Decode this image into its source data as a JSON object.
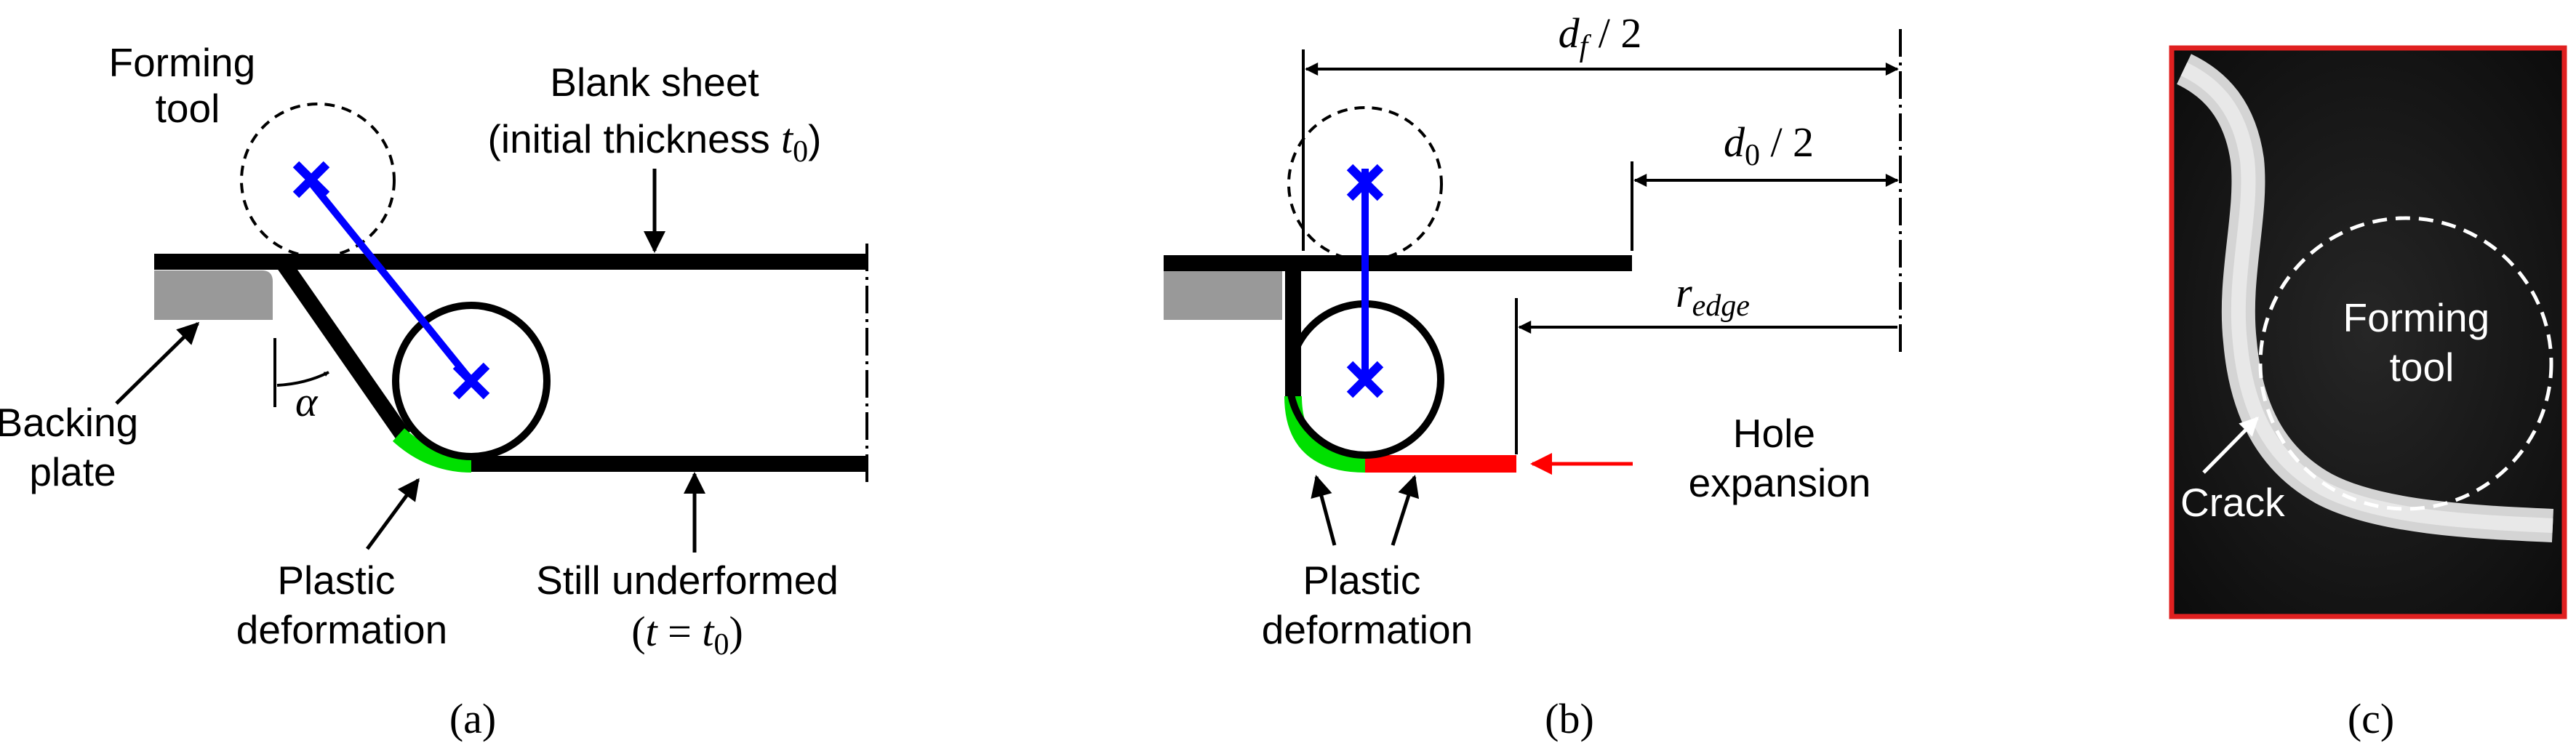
{
  "panel_a": {
    "forming_tool": [
      "Forming",
      "tool"
    ],
    "blank_sheet": [
      "Blank sheet",
      "(initial thickness "
    ],
    "t_symbol": "t",
    "t_sub": "0",
    "close_paren": ")",
    "alpha": "α",
    "backing_plate": [
      "Backing",
      "plate"
    ],
    "plastic_deformation": [
      "Plastic",
      "deformation"
    ],
    "still_underformed": "Still underformed",
    "t_eq": [
      "(",
      "t",
      " = ",
      "t",
      "0",
      ")"
    ],
    "caption": "(a)"
  },
  "panel_b": {
    "df_label": [
      "d",
      "f",
      " / 2"
    ],
    "d0_label": [
      "d",
      "0",
      " / 2"
    ],
    "r_edge": [
      "r",
      "edge"
    ],
    "hole_expansion": [
      "Hole",
      "expansion"
    ],
    "plastic_deformation": [
      "Plastic",
      "deformation"
    ],
    "caption": "(b)"
  },
  "panel_c": {
    "forming_tool": [
      "Forming",
      "tool"
    ],
    "crack": "Crack",
    "caption": "(c)"
  },
  "colors": {
    "tool_path": "#0000ff",
    "plastic_zone": "#00e000",
    "hole_expansion": "#ff0000",
    "backing_plate": "#999999",
    "photo_frame": "#e02020"
  }
}
